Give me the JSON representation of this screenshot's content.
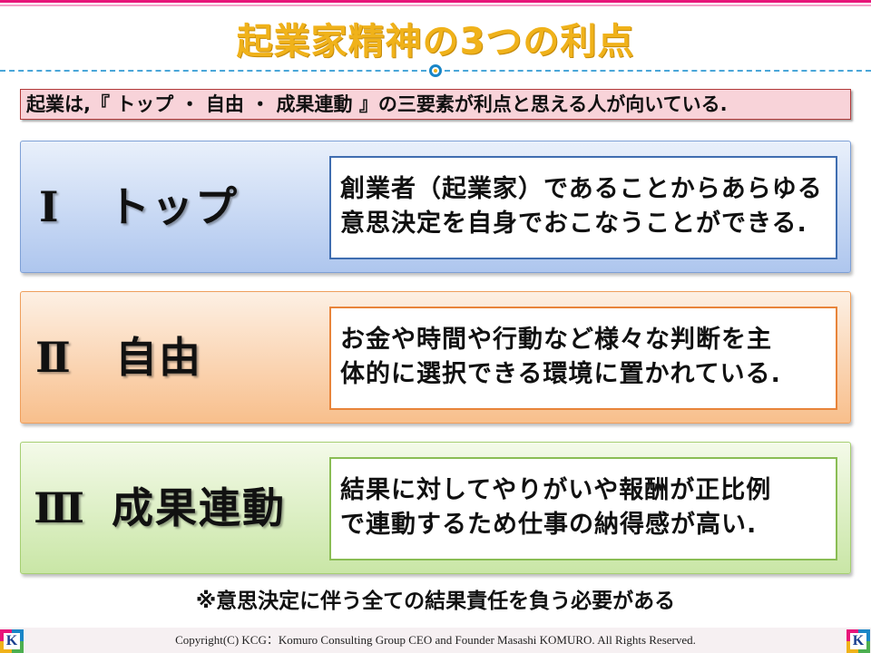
{
  "title": "起業家精神の3つの利点",
  "intro": "起業は,『 トップ ・ 自由 ・ 成果連動 』の三要素が利点と思える人が向いている.",
  "items": [
    {
      "number": "Ⅰ",
      "label": "トップ",
      "description": [
        "創業者（起業家）であることからあらゆる",
        "意思決定を自身でおこなうことができる."
      ]
    },
    {
      "number": "Ⅱ",
      "label": "自由",
      "description": [
        "お金や時間や行動など様々な判断を主",
        "体的に選択できる環境に置かれている."
      ]
    },
    {
      "number": "Ⅲ",
      "label": "成果連動",
      "description": [
        "結果に対してやりがいや報酬が正比例",
        "で連動するため仕事の納得感が高い."
      ]
    }
  ],
  "note": "※意思決定に伴う全ての結果責任を負う必要がある",
  "footer": {
    "copyright": "Copyright(C)  KCG：Komuro Consulting Group   CEO and Founder  Masashi KOMURO. All Rights Reserved.",
    "logo_letter": "K"
  },
  "colors": {
    "title": "#f0b21a",
    "accent_pink": "#e8157a",
    "accent_blue": "#1a86c7",
    "panel1_border": "#3f6db0",
    "panel2_border": "#e8843a",
    "panel3_border": "#8abd54"
  }
}
